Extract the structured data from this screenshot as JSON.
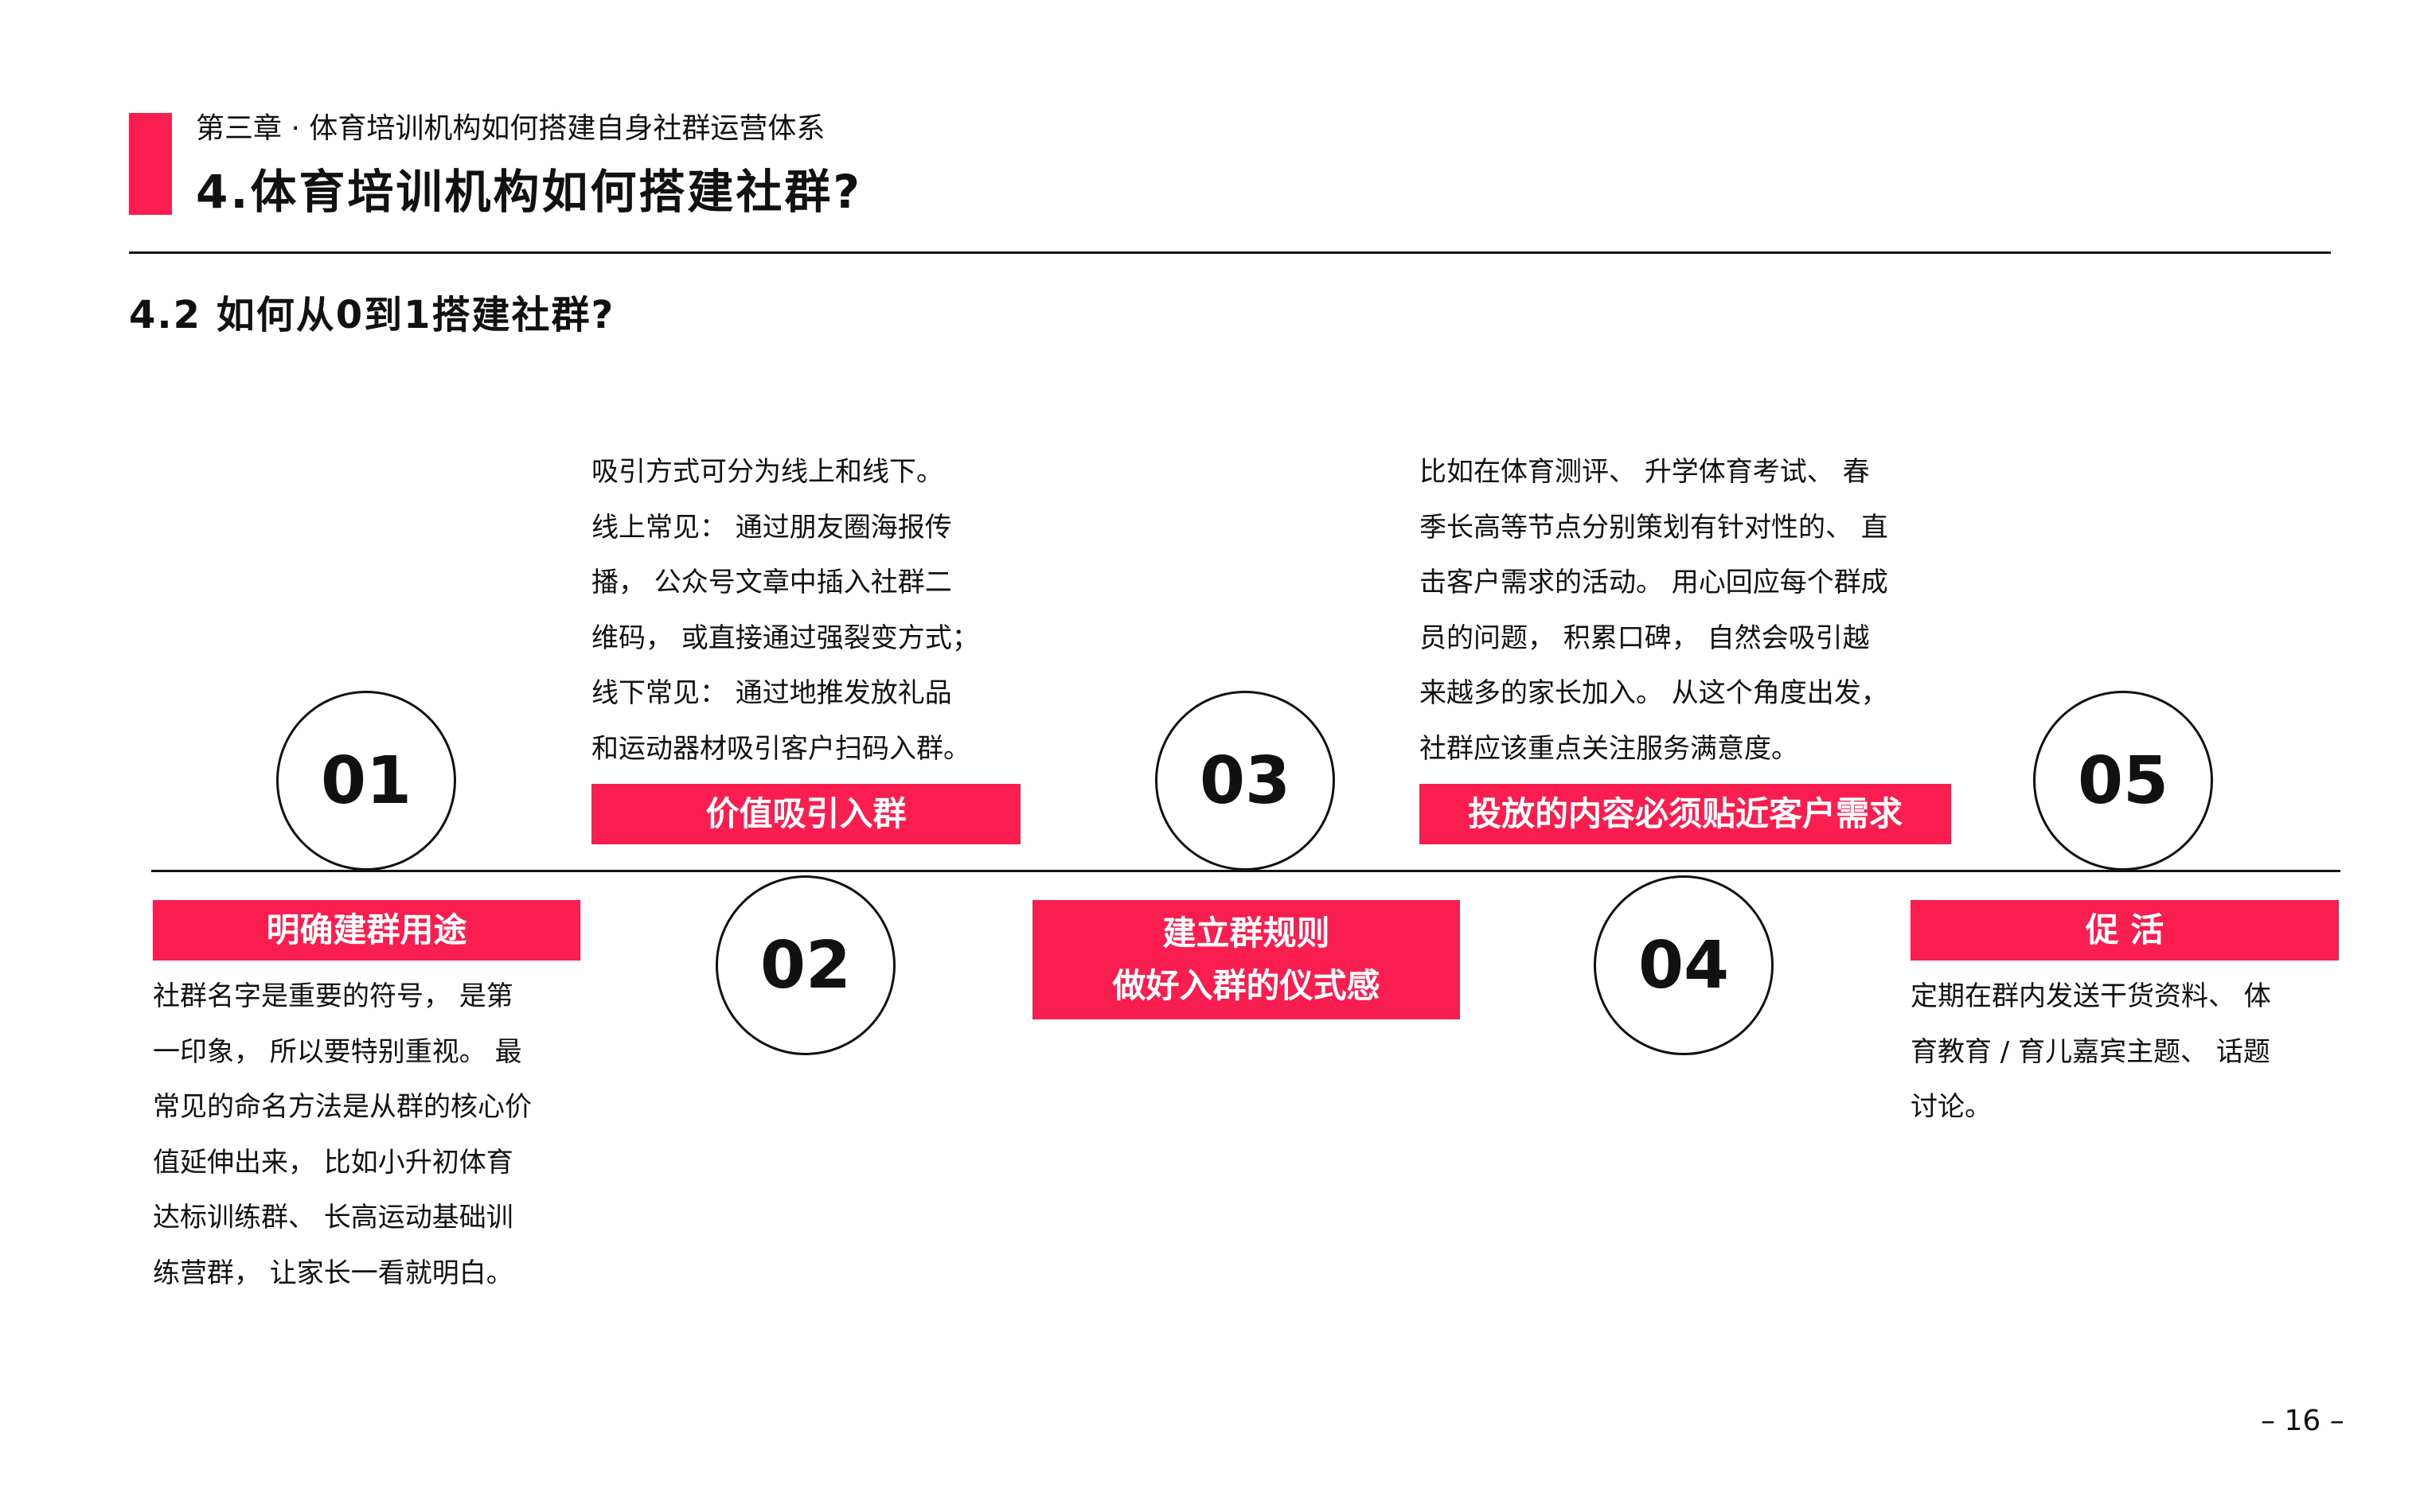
{
  "header": {
    "chapter": "第三章 · 体育培训机构如何搭建自身社群运营体系",
    "title": "4.体育培训机构如何搭建社群?"
  },
  "section": {
    "title": "4.2  如何从0到1搭建社群?"
  },
  "colors": {
    "accent": "#fa1e50",
    "text": "#111111",
    "background": "#ffffff"
  },
  "steps": [
    {
      "number": "01",
      "label": [
        "明确建群用途"
      ],
      "description": [
        "社群名字是重要的符号， 是第",
        "一印象， 所以要特别重视。 最",
        "常见的命名方法是从群的核心价",
        "值延伸出来， 比如小升初体育",
        "达标训练群、 长高运动基础训",
        "练营群， 让家长一看就明白。"
      ]
    },
    {
      "number": "02",
      "label": [
        "价值吸引入群"
      ],
      "description": [
        "吸引方式可分为线上和线下。",
        "线上常见： 通过朋友圈海报传",
        "播， 公众号文章中插入社群二",
        "维码， 或直接通过强裂变方式；",
        "线下常见： 通过地推发放礼品",
        "和运动器材吸引客户扫码入群。"
      ]
    },
    {
      "number": "03",
      "label": [
        "建立群规则",
        "做好入群的仪式感"
      ],
      "description": []
    },
    {
      "number": "04",
      "label": [
        "投放的内容必须贴近客户需求"
      ],
      "description": [
        "比如在体育测评、 升学体育考试、 春",
        "季长高等节点分别策划有针对性的、 直",
        "击客户需求的活动。 用心回应每个群成",
        "员的问题， 积累口碑， 自然会吸引越",
        "来越多的家长加入。 从这个角度出发，",
        "社群应该重点关注服务满意度。"
      ]
    },
    {
      "number": "05",
      "label": [
        "促 活"
      ],
      "description": [
        "定期在群内发送干货资料、 体",
        "育教育 / 育儿嘉宾主题、 话题",
        "讨论。"
      ]
    }
  ],
  "footer": {
    "page_number": "– 16 –"
  }
}
